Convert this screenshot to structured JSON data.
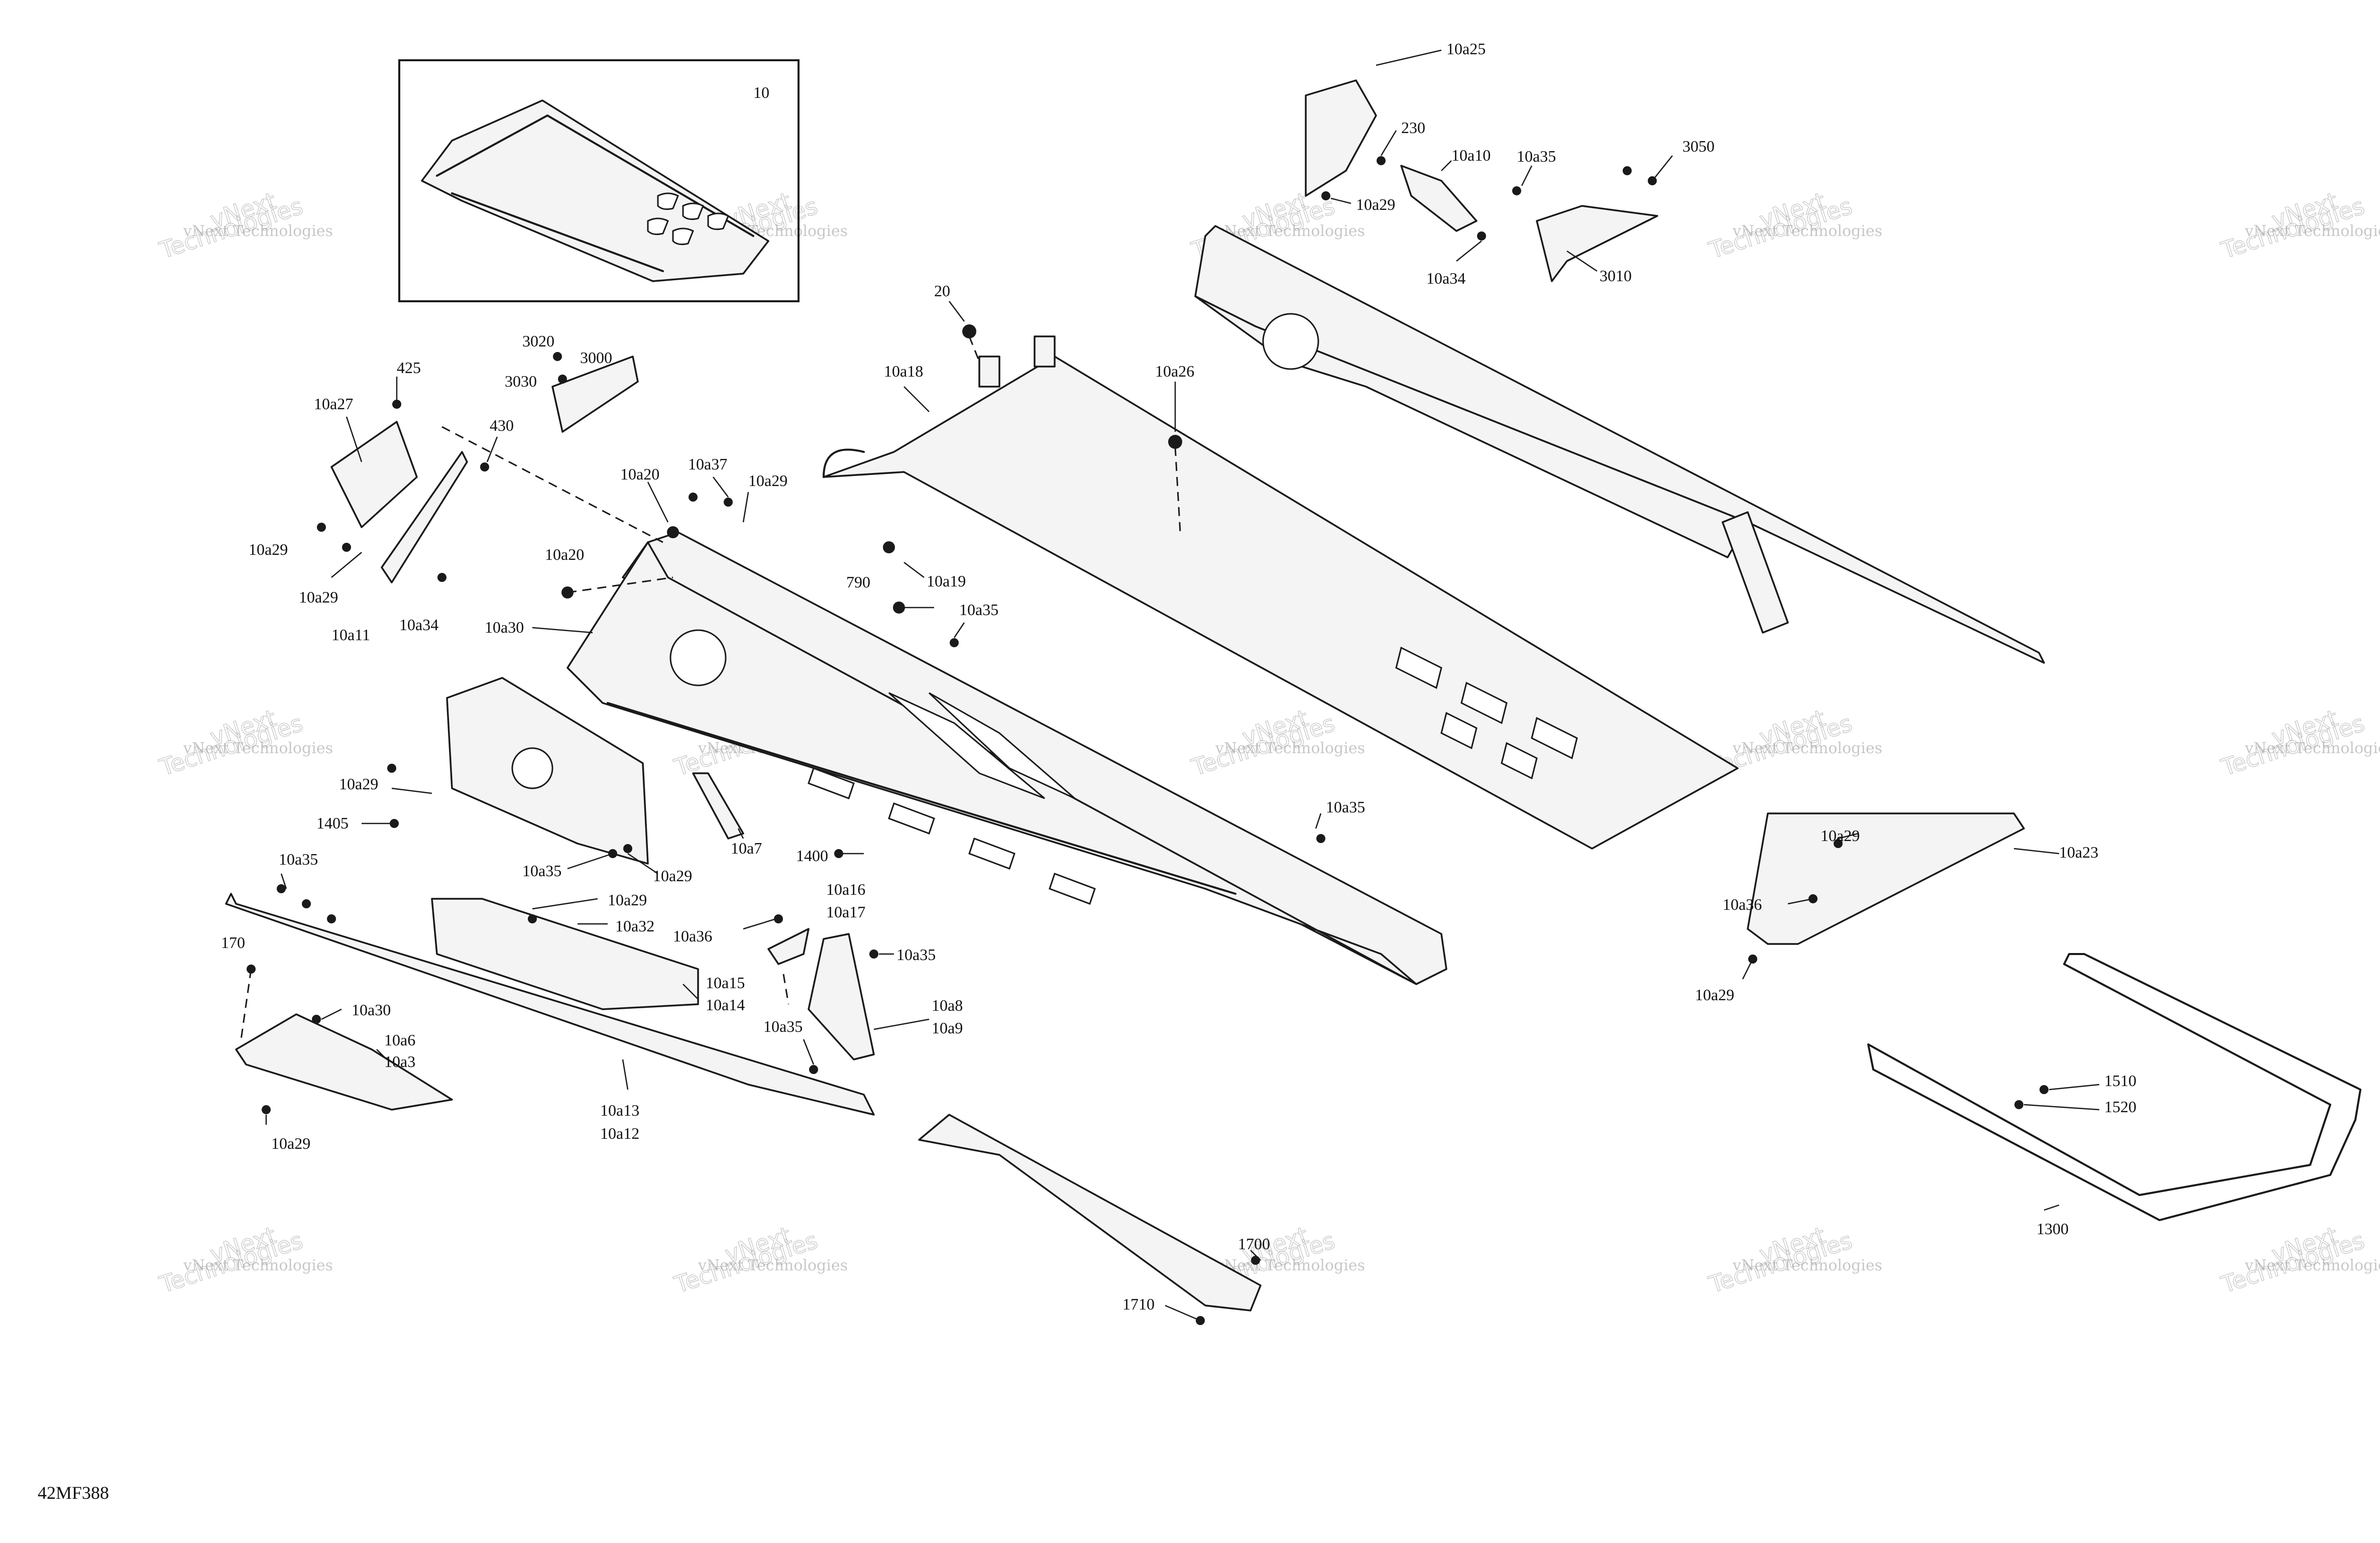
{
  "diagram": {
    "reference_code": "42MF388",
    "inset_label": "10",
    "watermark": {
      "line1": "vNext Technologies",
      "line2": "vNext",
      "line3": "Technologies"
    },
    "callouts": {
      "c_10a25": "10a25",
      "c_230": "230",
      "c_10a10": "10a10",
      "c_10a35_top": "10a35",
      "c_3050": "3050",
      "c_10a29_top": "10a29",
      "c_10a34_top": "10a34",
      "c_3010": "3010",
      "c_20": "20",
      "c_10a18": "10a18",
      "c_10a26": "10a26",
      "c_3020": "3020",
      "c_3000": "3000",
      "c_3030": "3030",
      "c_425": "425",
      "c_10a27": "10a27",
      "c_430": "430",
      "c_10a37": "10a37",
      "c_10a29_a": "10a29",
      "c_10a20_a": "10a20",
      "c_10a29_b": "10a29",
      "c_10a20_b": "10a20",
      "c_10a29_c": "10a29",
      "c_10a11": "10a11",
      "c_10a34": "10a34",
      "c_10a19": "10a19",
      "c_790": "790",
      "c_10a35_a": "10a35",
      "c_10a30_a": "10a30",
      "c_10a29_d": "10a29",
      "c_1405": "1405",
      "c_10a35_b": "10a35",
      "c_10a29_e": "10a29",
      "c_10a7": "10a7",
      "c_1400": "1400",
      "c_10a35_c": "10a35",
      "c_10a29_f": "10a29",
      "c_10a23": "10a23",
      "c_10a36_a": "10a36",
      "c_10a29_g": "10a29",
      "c_10a35_d": "10a35",
      "c_10a29_h": "10a29",
      "c_10a32": "10a32",
      "c_170": "170",
      "c_10a36_b": "10a36",
      "c_10a16": "10a16",
      "c_10a17": "10a17",
      "c_10a35_e": "10a35",
      "c_10a15": "10a15",
      "c_10a14": "10a14",
      "c_10a30_b": "10a30",
      "c_10a6": "10a6",
      "c_10a3": "10a3",
      "c_10a8": "10a8",
      "c_10a9": "10a9",
      "c_10a35_f": "10a35",
      "c_10a13": "10a13",
      "c_10a12": "10a12",
      "c_10a29_i": "10a29",
      "c_1510": "1510",
      "c_1520": "1520",
      "c_1300": "1300",
      "c_1700": "1700",
      "c_1710": "1710"
    }
  },
  "colors": {
    "ink": "#1a1a1a",
    "background": "#ffffff",
    "watermark": "#9a9a9a"
  }
}
